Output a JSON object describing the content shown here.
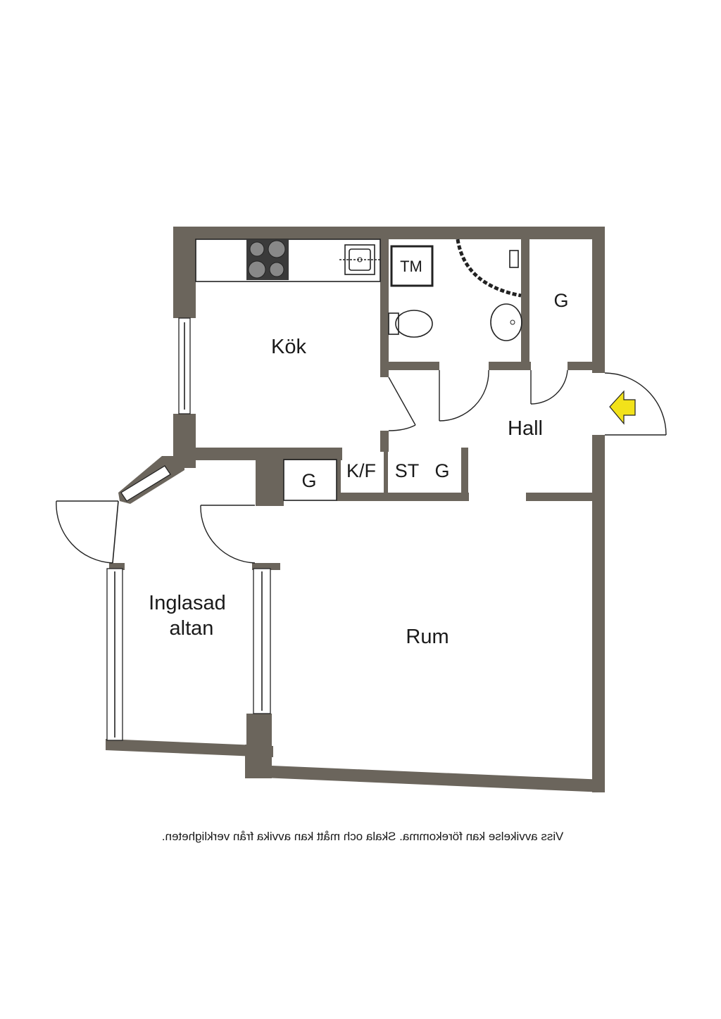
{
  "rooms": {
    "kitchen": "Kök",
    "hall": "Hall",
    "room": "Rum",
    "veranda_line1": "Inglasad",
    "veranda_line2": "altan",
    "closet_top": "G",
    "closet_hall": "G",
    "closet_small": "G",
    "kf": "K/F",
    "st": "ST",
    "tm": "TM"
  },
  "disclaimer": "Viss avvikelse kan förekomma. Skala och mått kan avvika från verkligheten.",
  "colors": {
    "wall": "#6b655c",
    "entrance_arrow": "#f2e21a",
    "stove": "#3a3a3a"
  },
  "icons": {
    "entrance": "entrance-arrow-icon",
    "stove": "stove-icon",
    "sink": "sink-icon",
    "toilet": "toilet-icon",
    "washbasin": "washbasin-icon"
  }
}
